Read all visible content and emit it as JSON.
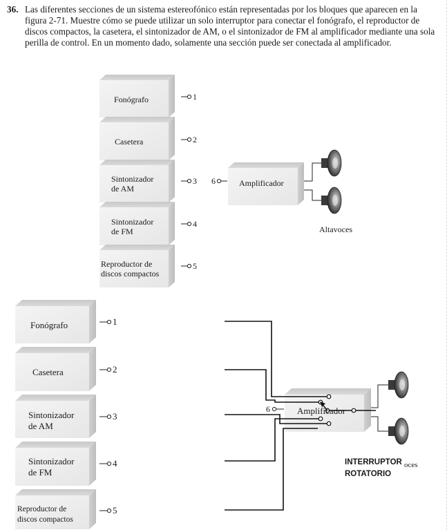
{
  "problem": {
    "number": "36.",
    "text": "Las diferentes secciones de un sistema estereofónico están representadas por los bloques que aparecen en la figura 2-71. Muestre cómo se puede utilizar un solo interruptor para conectar el fonógrafo, el reproductor de discos compactos, la casetera, el sintonizador de AM, o el sintonizador de FM al amplificador mediante una sola perilla de control. En un momento dado, solamente una sección puede ser conectada al amplificador."
  },
  "figure_top": {
    "blocks": [
      {
        "line1": "Fonógrafo",
        "line2": "",
        "terminal": "1"
      },
      {
        "line1": "Casetera",
        "line2": "",
        "terminal": "2"
      },
      {
        "line1": "Sintonizador",
        "line2": "de AM",
        "terminal": "3"
      },
      {
        "line1": "Sintonizador",
        "line2": "de FM",
        "terminal": "4"
      },
      {
        "line1": "Reproductor de",
        "line2": "discos compactos",
        "terminal": "5"
      }
    ],
    "amplifier_label": "Amplificador",
    "amplifier_terminal": "6",
    "speakers_label": "Altavoces"
  },
  "figure_bottom": {
    "blocks": [
      {
        "line1": "Fonógrafo",
        "line2": "",
        "terminal": "1"
      },
      {
        "line1": "Casetera",
        "line2": "",
        "terminal": "2"
      },
      {
        "line1": "Sintonizador",
        "line2": "de AM",
        "terminal": "3"
      },
      {
        "line1": "Sintonizador",
        "line2": "de FM",
        "terminal": "4"
      },
      {
        "line1": "Reproductor de",
        "line2": "discos compactos",
        "terminal": "5"
      }
    ],
    "amplifier_label": "Amplificador",
    "amplifier_terminal": "6",
    "speakers_label_partial": "oces",
    "switch_label_line1": "INTERRUPTOR",
    "switch_label_line2": "ROTATORIO"
  }
}
